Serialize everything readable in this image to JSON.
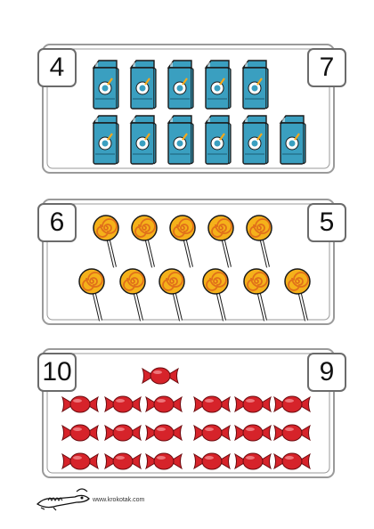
{
  "panels": [
    {
      "left_number": "4",
      "right_number": "7",
      "item_type": "milk-carton",
      "top_row_count": 5,
      "bottom_row_count": 6
    },
    {
      "left_number": "6",
      "right_number": "5",
      "item_type": "lollipop",
      "top_row_count": 5,
      "bottom_row_count": 6
    },
    {
      "left_number": "10",
      "right_number": "9",
      "item_type": "wrapped-candy",
      "top_row_count": 1,
      "rows_below": 3,
      "per_row": 6
    }
  ],
  "footer": {
    "url": "www.krokotak.com",
    "logo": "krokotak-crocodile-logo"
  },
  "colors": {
    "carton": "#3a9fc0",
    "lollipop": "#f5b11a",
    "candy": "#d6232a",
    "frame": "#8a8a8a"
  }
}
